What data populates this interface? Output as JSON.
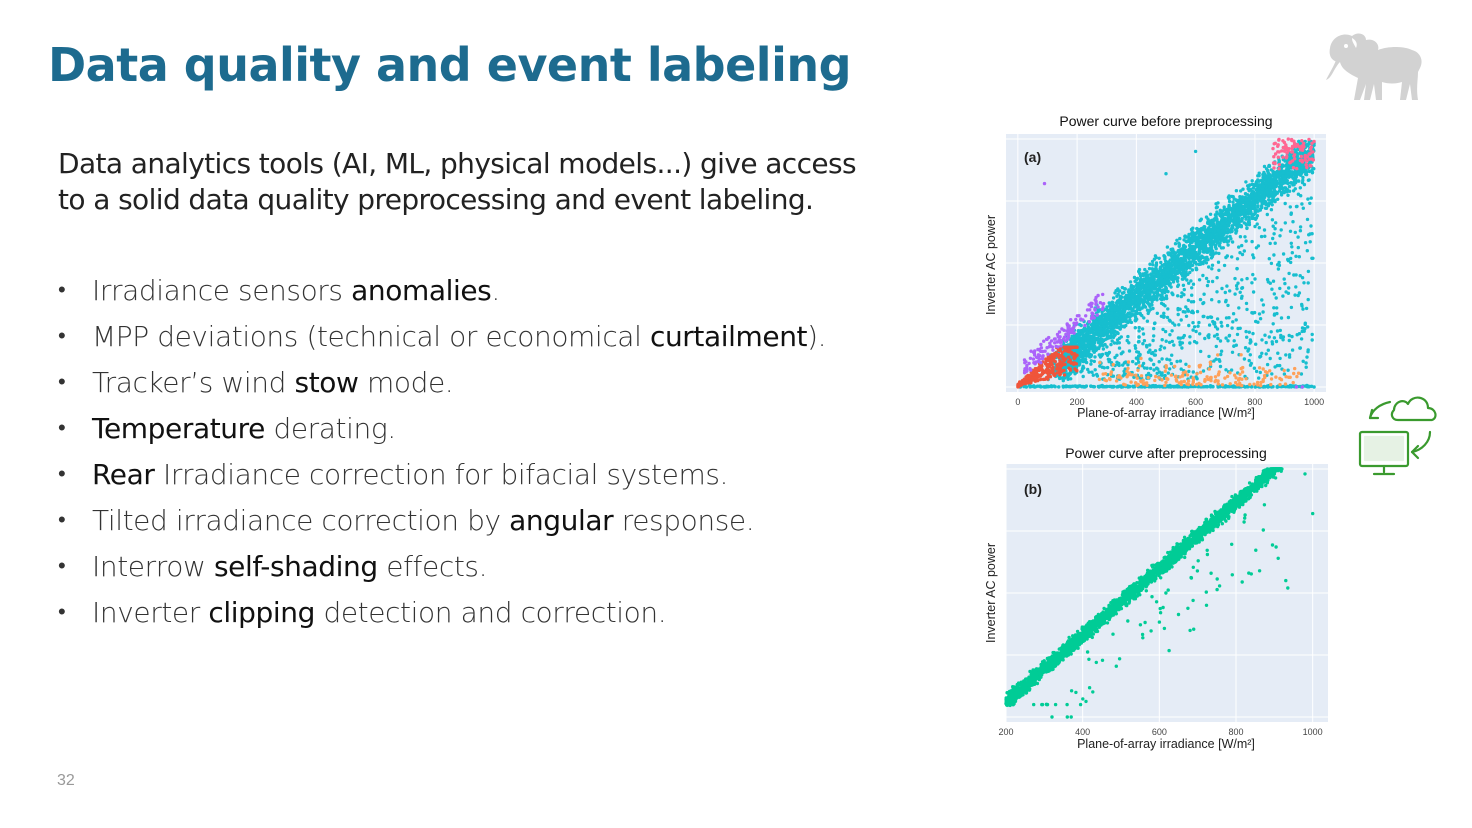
{
  "slide": {
    "title": "Data quality and event labeling",
    "intro_lines": [
      "Data analytics tools (AI, ML, physical models...) give access",
      "to a solid data quality preprocessing and event labeling."
    ],
    "bullets": [
      {
        "parts": [
          {
            "t": "Irradiance sensors ",
            "em": false
          },
          {
            "t": "anomalies",
            "em": true
          },
          {
            "t": ".",
            "em": false
          }
        ]
      },
      {
        "parts": [
          {
            "t": "MPP deviations (technical or economical ",
            "em": false
          },
          {
            "t": "curtailment",
            "em": true
          },
          {
            "t": ").",
            "em": false
          }
        ]
      },
      {
        "parts": [
          {
            "t": "Tracker’s wind ",
            "em": false
          },
          {
            "t": "stow",
            "em": true
          },
          {
            "t": " mode.",
            "em": false
          }
        ]
      },
      {
        "parts": [
          {
            "t": "Temperature",
            "em": true
          },
          {
            "t": " derating.",
            "em": false
          }
        ]
      },
      {
        "parts": [
          {
            "t": "Rear",
            "em": true
          },
          {
            "t": " Irradiance correction for bifacial systems.",
            "em": false
          }
        ]
      },
      {
        "parts": [
          {
            "t": "Tilted irradiance correction by ",
            "em": false
          },
          {
            "t": "angular",
            "em": true
          },
          {
            "t": " response.",
            "em": false
          }
        ]
      },
      {
        "parts": [
          {
            "t": "Interrow ",
            "em": false
          },
          {
            "t": "self-shading",
            "em": true
          },
          {
            "t": " effects.",
            "em": false
          }
        ]
      },
      {
        "parts": [
          {
            "t": "Inverter ",
            "em": false
          },
          {
            "t": "clipping",
            "em": true
          },
          {
            "t": " detection and correction.",
            "em": false
          }
        ]
      }
    ],
    "bullet_symbol": "•",
    "page_number": "32",
    "icons": {
      "logo": "six-legged-dog-logo-icon",
      "cloud_sync": "computer-cloud-sync-icon"
    },
    "colors": {
      "title": "#1d6b8f",
      "plot_bg": "#e5ecf6",
      "icon_green": "#3a9a2e",
      "logo_gray": "#cfcfcf"
    }
  },
  "chart_data": [
    {
      "type": "scatter",
      "title": "Power curve before preprocessing",
      "panel_label": "(a)",
      "xlabel": "Plane-of-array irradiance [W/m²]",
      "ylabel": "Inverter AC power",
      "xlim": [
        -40,
        1040
      ],
      "ylim": [
        -0.02,
        1.02
      ],
      "xticks": [
        0,
        200,
        400,
        600,
        800,
        1000
      ],
      "y_tick_labels_shown": false,
      "grid": true,
      "legend": "none",
      "series": [
        {
          "color": "#17becf",
          "pattern": "diagonal-band",
          "x_range": [
            150,
            1000
          ],
          "y_fit": "x/1000",
          "points": 3000
        },
        {
          "color": "#17becf",
          "pattern": "sparse-below-band",
          "x_range": [
            100,
            1000
          ],
          "points": 900
        },
        {
          "color": "#17becf",
          "pattern": "zero-line",
          "y": 0.0,
          "x_range": [
            0,
            1000
          ],
          "points": 300
        },
        {
          "color": "#ef553b",
          "pattern": "low-irradiance-cluster",
          "x_range": [
            0,
            200
          ],
          "y_range": [
            0,
            0.15
          ],
          "points": 320
        },
        {
          "color": "#ab63fa",
          "pattern": "band-upper-edge",
          "x_range": [
            0,
            300
          ],
          "points": 140
        },
        {
          "color": "#ff6692",
          "pattern": "top-right-cluster",
          "x_range": [
            860,
            1000
          ],
          "y_range": [
            0.88,
            1.0
          ],
          "points": 90
        },
        {
          "color": "#ffa15a",
          "pattern": "low-power-scatter",
          "x_range": [
            250,
            950
          ],
          "y_range": [
            0,
            0.2
          ],
          "points": 160
        }
      ]
    },
    {
      "type": "scatter",
      "title": "Power curve after preprocessing",
      "panel_label": "(b)",
      "xlabel": "Plane-of-array irradiance [W/m²]",
      "ylabel": "Inverter AC power",
      "xlim": [
        200,
        1040
      ],
      "ylim": [
        -0.02,
        1.02
      ],
      "xticks": [
        200,
        400,
        600,
        800,
        1000
      ],
      "y_tick_labels_shown": false,
      "grid": true,
      "legend": "none",
      "series": [
        {
          "color": "#00cc96",
          "pattern": "diagonal-band",
          "x_range": [
            200,
            1000
          ],
          "y_fit": "0.06 + 0.94*(x-200)/700",
          "points": 2800
        },
        {
          "color": "#00cc96",
          "pattern": "outliers",
          "points": 70
        }
      ]
    }
  ]
}
